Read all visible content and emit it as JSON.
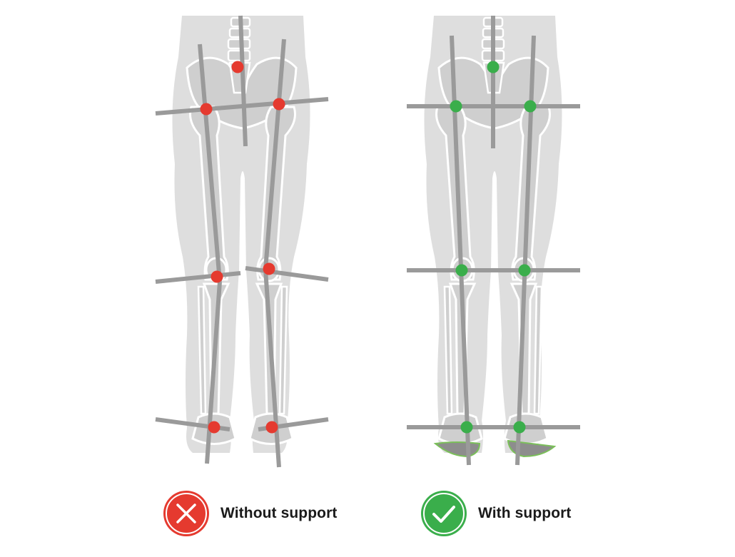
{
  "legend": {
    "without_label": "Without support",
    "with_label": "With support",
    "without_icon": "x-cross-icon",
    "with_icon": "checkmark-icon"
  },
  "colors": {
    "body_silhouette": "#dedede",
    "bone_outline": "#ffffff",
    "bone_fill": "#cfcfcf",
    "alignment_line": "#9a9a9a",
    "misaligned_point": "#e53a2f",
    "aligned_point": "#3aae4b",
    "insole": "#8d8d8d",
    "insole_edge": "#7bbf5a",
    "label_text": "#1a1a1a"
  },
  "figures": [
    {
      "id": "without-support",
      "status": "misaligned",
      "joint_points": [
        "spine",
        "left-hip",
        "right-hip",
        "left-knee",
        "right-knee",
        "left-ankle",
        "right-ankle"
      ]
    },
    {
      "id": "with-support",
      "status": "aligned",
      "joint_points": [
        "spine",
        "left-hip",
        "right-hip",
        "left-knee",
        "right-knee",
        "left-ankle",
        "right-ankle"
      ]
    }
  ]
}
